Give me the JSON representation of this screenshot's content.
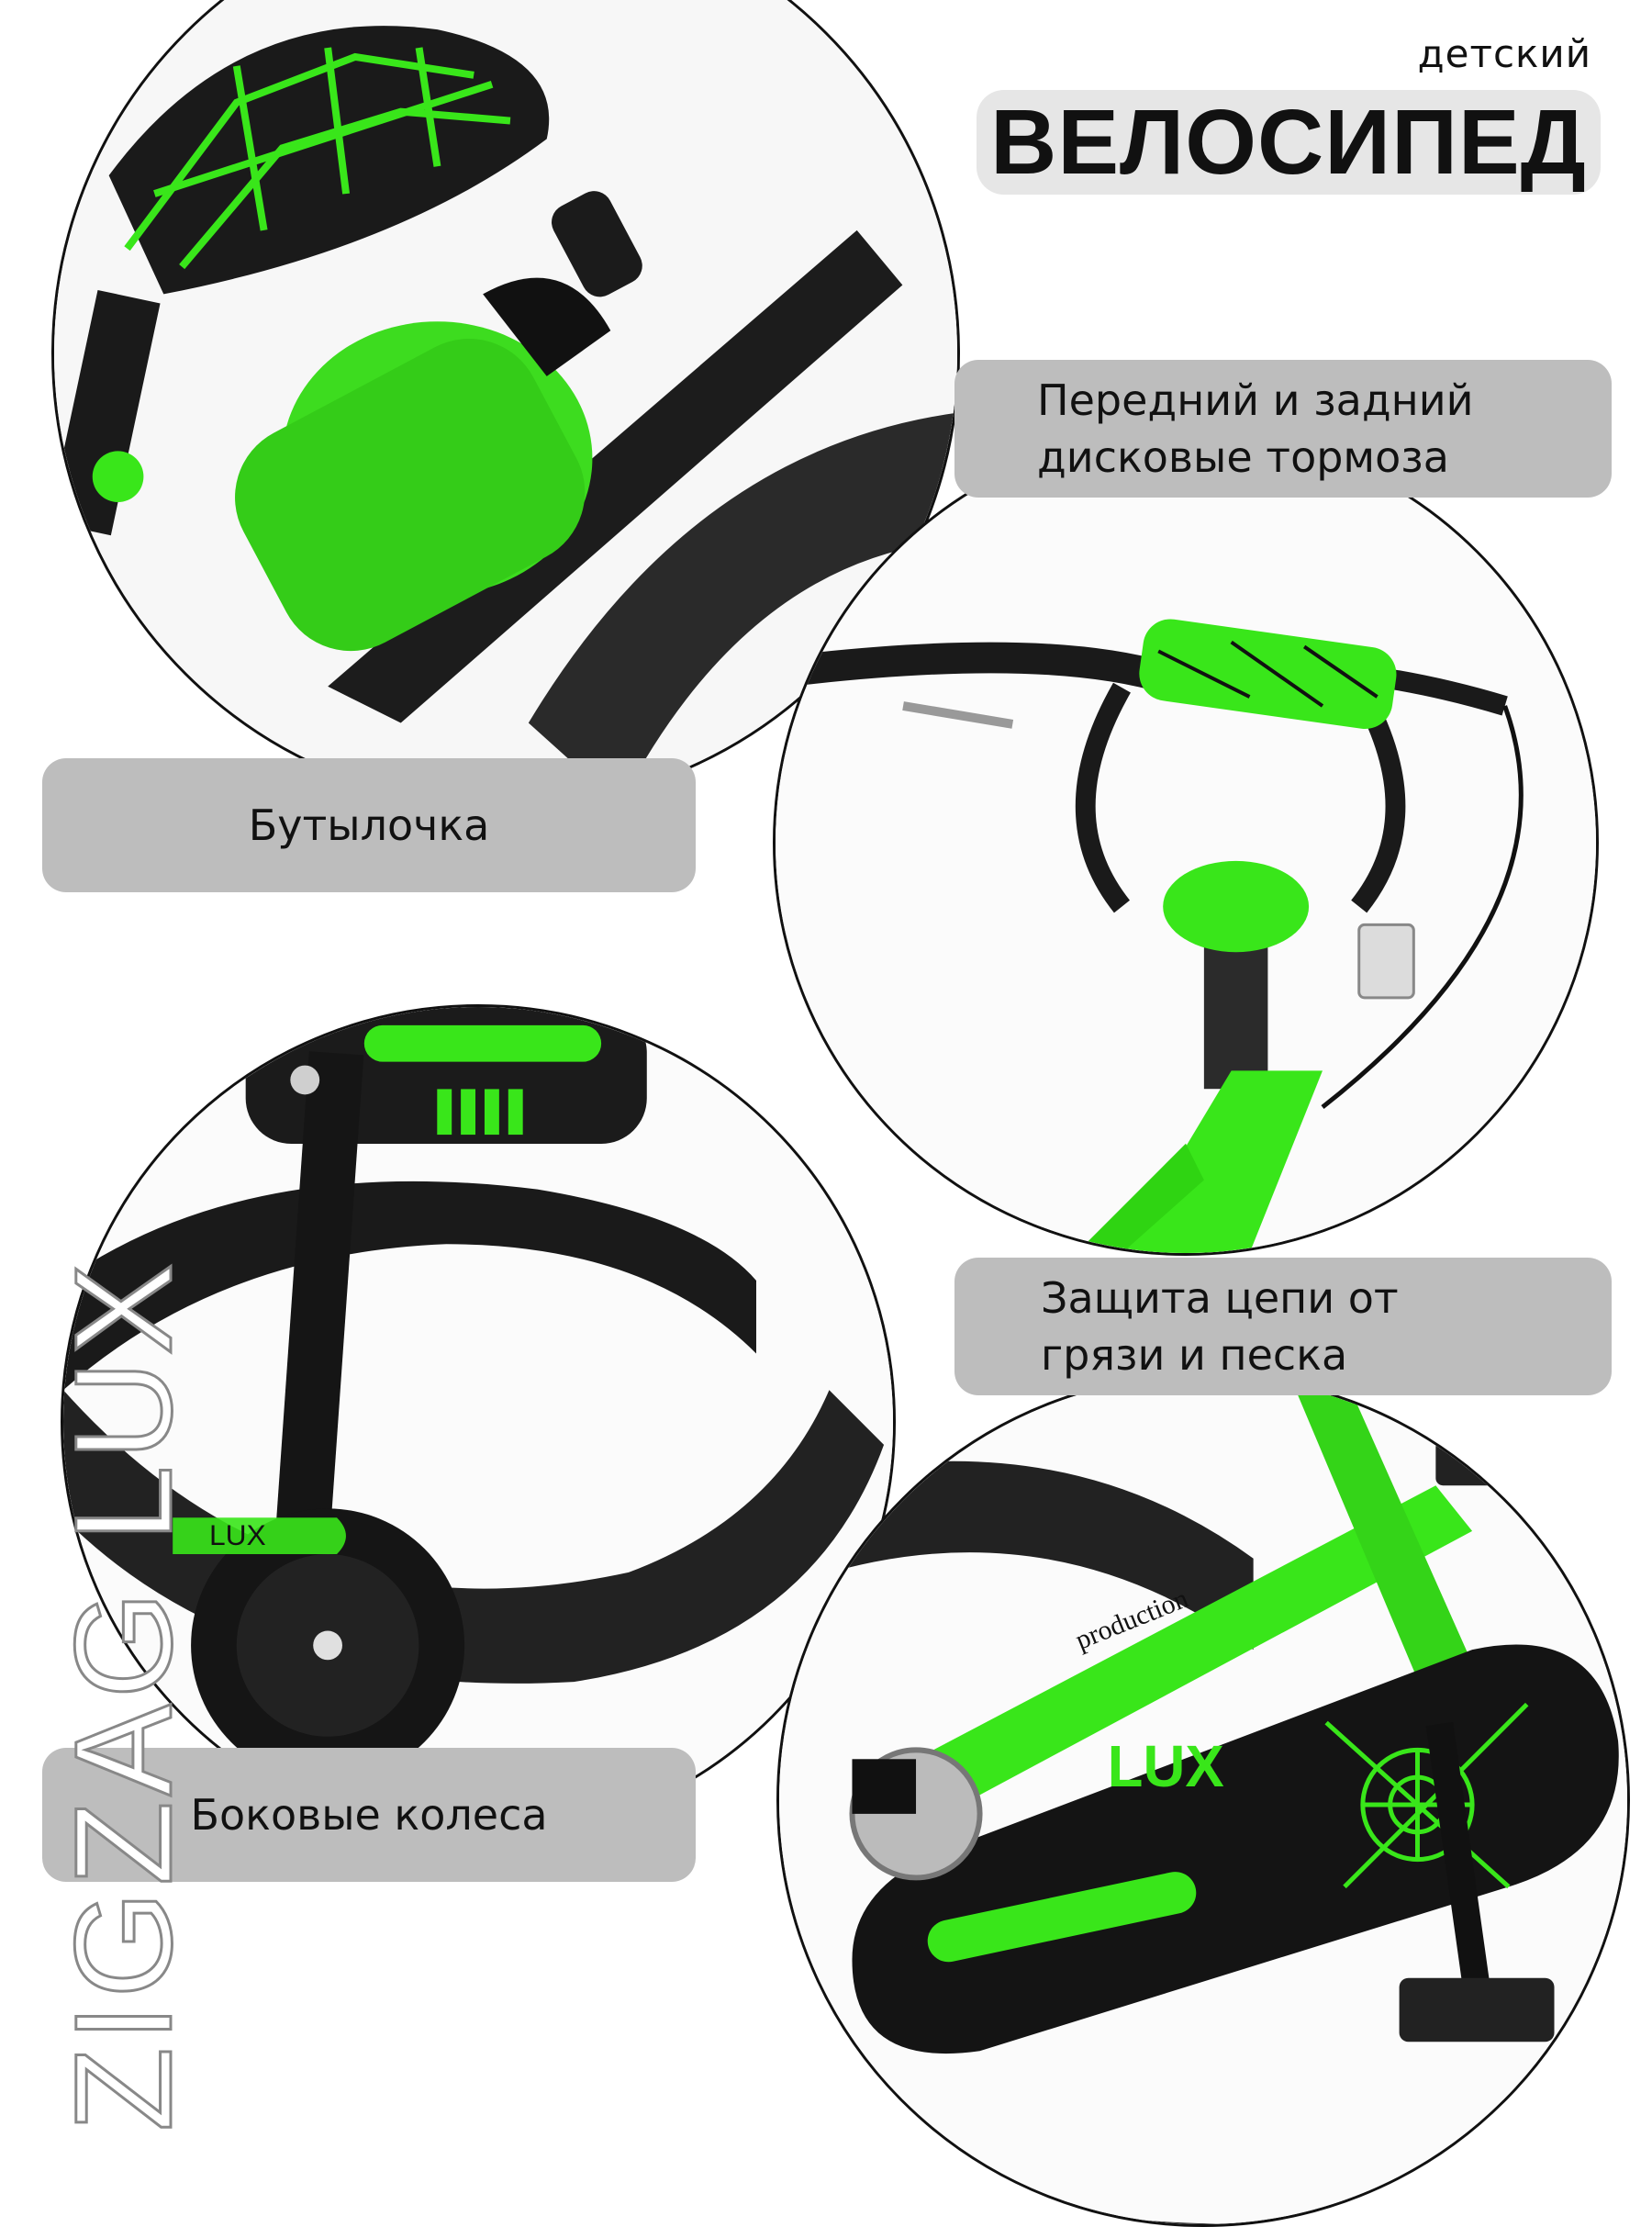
{
  "header": {
    "subtitle": "детский",
    "title": "ВЕЛОСИПЕД"
  },
  "brand": "ZIGZAG LUX",
  "colors": {
    "accent_green": "#39e61a",
    "label_bg": "#bdbdbd",
    "title_pill_bg": "#e6e6e6",
    "frame_black": "#1a1a1a"
  },
  "features": [
    {
      "label": "Бутылочка",
      "photo": "bottle-on-fender"
    },
    {
      "label": "Передний и задний\nдисковые тормоза",
      "photo": "handlebar-with-brake-levers"
    },
    {
      "label": "Боковые колеса",
      "photo": "training-wheels"
    },
    {
      "label": "Защита цепи от\nгрязи и песка",
      "photo": "chain-guard"
    }
  ],
  "photo_marks": {
    "lux": "LUX",
    "production": "production"
  }
}
